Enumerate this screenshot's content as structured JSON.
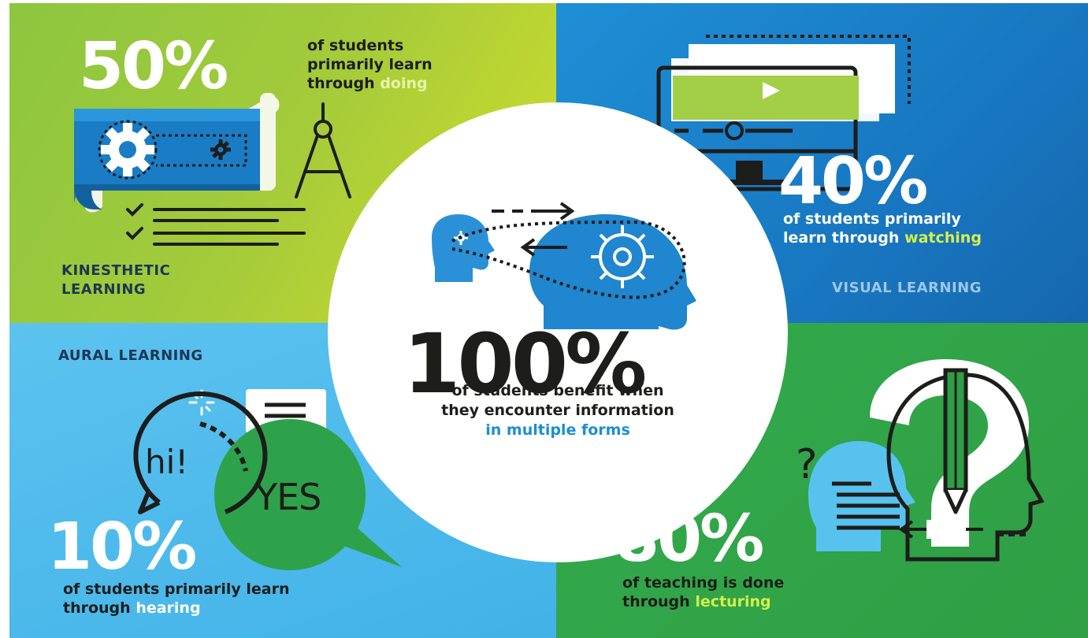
{
  "kinesthetic": {
    "percent": "50%",
    "line1": "of students",
    "line2": "primarily learn",
    "line3_prefix": "through ",
    "line3_highlight": "doing",
    "label_line1": "KINESTHETIC",
    "label_line2": "LEARNING"
  },
  "visual": {
    "percent": "40%",
    "line1": "of students primarily",
    "line2_prefix": "learn through ",
    "line2_highlight": "watching",
    "label": "VISUAL LEARNING"
  },
  "aural": {
    "label": "AURAL LEARNING",
    "percent": "10%",
    "line1": "of students primarily learn",
    "line2_prefix": "through ",
    "line2_highlight": "hearing",
    "bubble_hi": "hi!",
    "bubble_yes": "YES"
  },
  "lecturing": {
    "percent": "80%",
    "line1": "of teaching is done",
    "line2_prefix": "through ",
    "line2_highlight": "lecturing",
    "head_question": "?"
  },
  "center": {
    "percent": "100%",
    "line1": "of students benefit when",
    "line2": "they encounter information",
    "line3": "in multiple forms"
  },
  "colors": {
    "kinesthetic_green": "#a4cb3a",
    "visual_blue": "#1878c2",
    "aural_light_blue": "#41b2e8",
    "lecture_green": "#2f9e44",
    "text_dark": "#1d1d1b",
    "highlight_blue": "#1b8fd2"
  }
}
